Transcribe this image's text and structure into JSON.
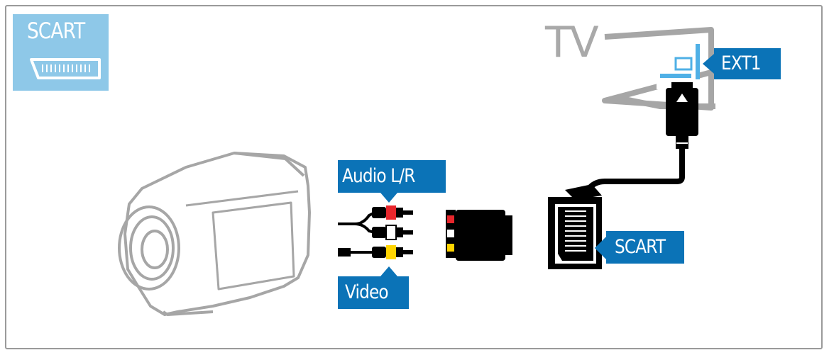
{
  "connector_legend": {
    "label": "SCART",
    "icon": "scart-port-icon"
  },
  "tv": {
    "label": "TV",
    "port_label": "EXT1"
  },
  "camcorder": {
    "icon": "camcorder-icon"
  },
  "cables": {
    "audio_label": "Audio L/R",
    "video_label": "Video",
    "adapter_icon": "rca-to-scart-adapter-icon",
    "scart_plug_label": "SCART"
  },
  "colors": {
    "label_blue": "#0b73b7",
    "legend_blue": "#8ec8e8",
    "outline_gray": "#a6a6a6",
    "rca_red": "#e8262c",
    "rca_white": "#ffffff",
    "rca_yellow": "#ffd400",
    "port_highlight": "#4fb0e6"
  }
}
